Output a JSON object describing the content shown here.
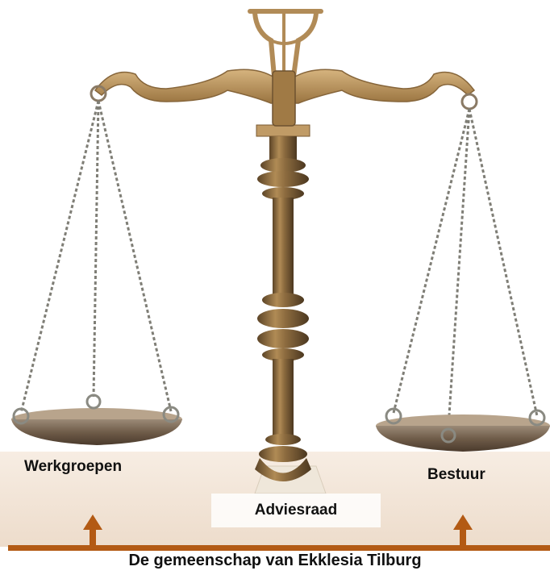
{
  "labels": {
    "left": "Werkgroepen",
    "right": "Bestuur",
    "center": "Adviesraad"
  },
  "footer": "De gemeenschap van Ekklesia Tilburg",
  "colors": {
    "brass": "#a07a45",
    "brass_light": "#c9a874",
    "brass_dark": "#6e5230",
    "chain": "#8a8a82",
    "table": "#f3e7db",
    "arrow": "#b35a14"
  }
}
